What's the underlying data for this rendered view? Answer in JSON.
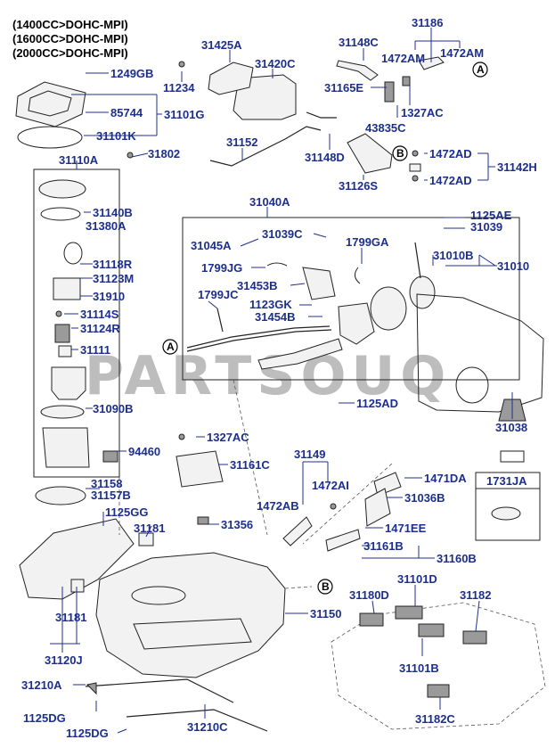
{
  "header_lines": [
    "(1400CC>DOHC-MPI)",
    "(1600CC>DOHC-MPI)",
    "(2000CC>DOHC-MPI)"
  ],
  "watermark": "PARTSOUQ",
  "markers": [
    "A",
    "A",
    "B",
    "B"
  ],
  "labels": [
    "1249GB",
    "85744",
    "31101G",
    "31101K",
    "31425A",
    "31420C",
    "11234",
    "31152",
    "31148C",
    "31186",
    "1472AM",
    "1472AM",
    "31165E",
    "43835C",
    "1327AC",
    "31148D",
    "31126S",
    "1472AD",
    "1472AD",
    "31142H",
    "31110A",
    "31802",
    "31140B",
    "31380A",
    "31118R",
    "31123M",
    "31910",
    "31114S",
    "31124R",
    "31111",
    "31090B",
    "94460",
    "31158",
    "31157B",
    "31040A",
    "1125AE",
    "31039",
    "31045A",
    "31039C",
    "1799GA",
    "1799JG",
    "31453B",
    "31010B",
    "31010",
    "1799JC",
    "1123GK",
    "31454B",
    "1125AD",
    "31038",
    "1731JA",
    "1327AC",
    "31161C",
    "31149",
    "1472AB",
    "1472AI",
    "1471DA",
    "31036B",
    "1471EE",
    "31161B",
    "31160B",
    "1125GG",
    "31181",
    "31356",
    "31150",
    "31181",
    "31120J",
    "31180D",
    "31101D",
    "31182",
    "31101B",
    "31182C",
    "31210A",
    "31210C",
    "1125DG",
    "1125DG"
  ]
}
